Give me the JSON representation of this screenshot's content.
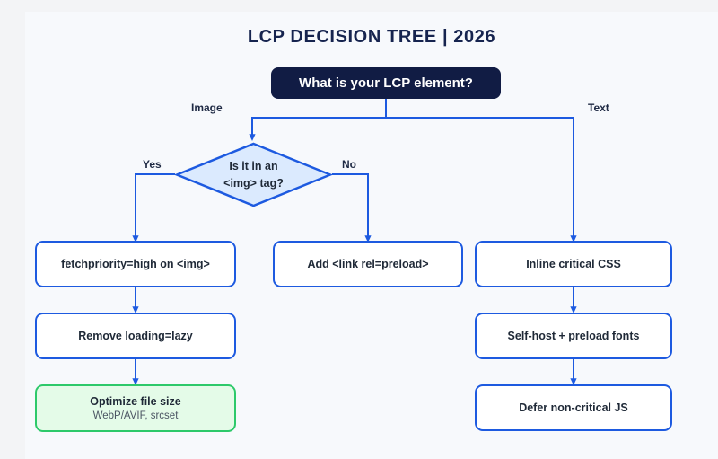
{
  "diagram": {
    "title": "LCP DECISION TREE | 2026",
    "colors": {
      "page_background": "#f3f4f6",
      "canvas_background": "#f7f9fc",
      "title_color": "#16244f",
      "root_fill": "#111c44",
      "root_text": "#ffffff",
      "connector_blue": "#1d5ae0",
      "box_border": "#1d5ae0",
      "box_fill": "#ffffff",
      "diamond_fill": "#dbeafe",
      "diamond_border": "#1d5ae0",
      "final_fill": "#e4fbe8",
      "final_border": "#2dc96a",
      "node_text": "#1f2937",
      "subtext": "#4b5563"
    },
    "root": {
      "label": "What is your LCP element?"
    },
    "edge_labels": [
      {
        "id": "image",
        "text": "Image"
      },
      {
        "id": "text",
        "text": "Text"
      },
      {
        "id": "yes",
        "text": "Yes"
      },
      {
        "id": "no",
        "text": "No"
      }
    ],
    "decision": {
      "line1": "Is it in an",
      "line2": "<img> tag?"
    },
    "branches": {
      "image_yes": [
        {
          "label": "fetchpriority=high on <img>"
        },
        {
          "label": "Remove loading=lazy"
        },
        {
          "label": "Optimize file size",
          "sublabel": "WebP/AVIF, srcset",
          "terminal": true
        }
      ],
      "image_no": [
        {
          "label": "Add <link rel=preload>"
        }
      ],
      "text": [
        {
          "label": "Inline critical CSS"
        },
        {
          "label": "Self-host + preload fonts"
        },
        {
          "label": "Defer non-critical JS"
        }
      ]
    }
  }
}
